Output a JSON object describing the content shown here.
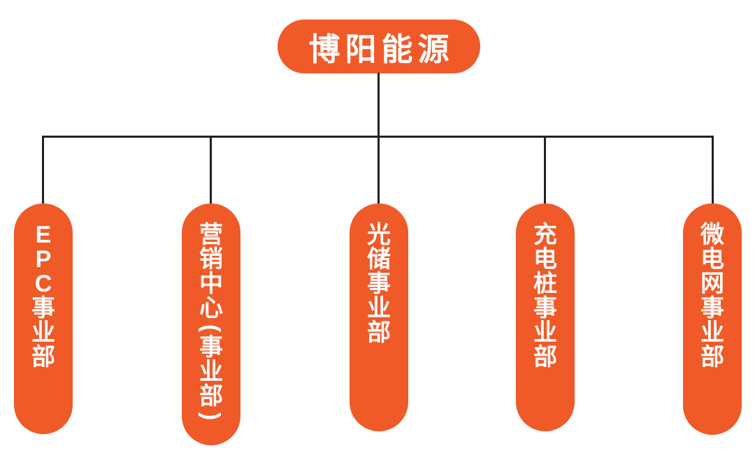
{
  "org_chart": {
    "root": {
      "label": "博阳能源"
    },
    "children": [
      {
        "label": "EPC事业部"
      },
      {
        "label": "营销中心(事业部)"
      },
      {
        "label": "光储事业部"
      },
      {
        "label": "充电桩事业部"
      },
      {
        "label": "微电网事业部"
      }
    ]
  },
  "colors": {
    "node_fill": "#EF5A28",
    "node_text": "#FFFFFF",
    "connector": "#212121",
    "background": "#FFFFFF"
  }
}
